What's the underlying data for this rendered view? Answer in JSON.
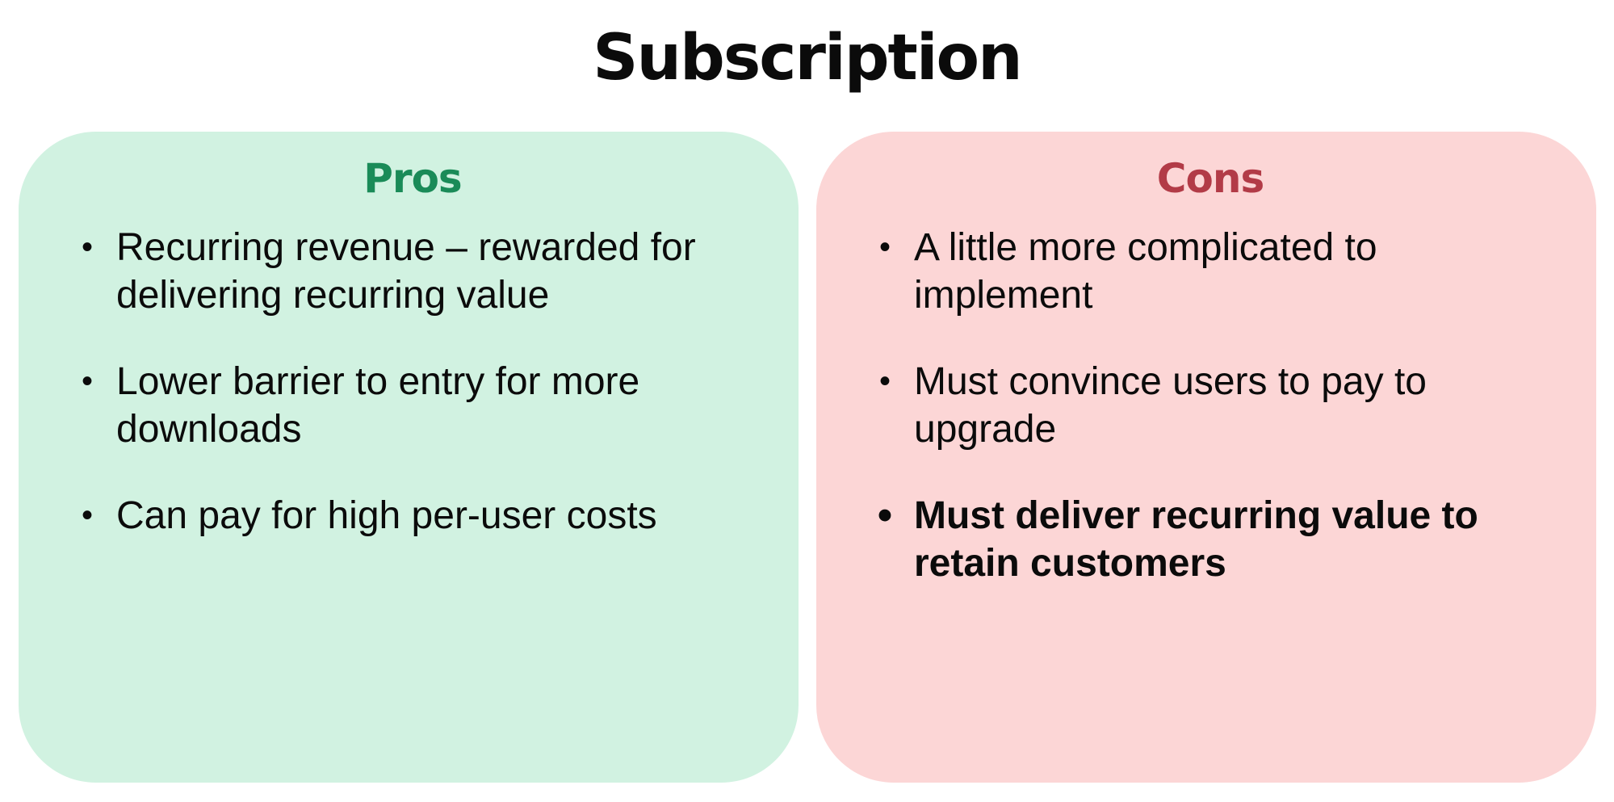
{
  "title": "Subscription",
  "colors": {
    "pros_background": "#d1f2e1",
    "pros_heading": "#1a8b58",
    "cons_background": "#fcd6d6",
    "cons_heading": "#b23b47",
    "text": "#0b0b0b"
  },
  "pros": {
    "heading": "Pros",
    "items": [
      {
        "bullet": "•",
        "text": "Recurring revenue – rewarded for delivering recurring value"
      },
      {
        "bullet": "•",
        "text": "Lower barrier to entry for more downloads"
      },
      {
        "bullet": "•",
        "text": "Can pay for high per-user costs"
      }
    ]
  },
  "cons": {
    "heading": "Cons",
    "items": [
      {
        "bullet": "•",
        "text": "A little more complicated to implement"
      },
      {
        "bullet": "•",
        "text": "Must convince users to pay to upgrade"
      },
      {
        "bullet": "•",
        "text": "Must deliver recurring value to retain customers",
        "emphasized": true
      }
    ]
  }
}
